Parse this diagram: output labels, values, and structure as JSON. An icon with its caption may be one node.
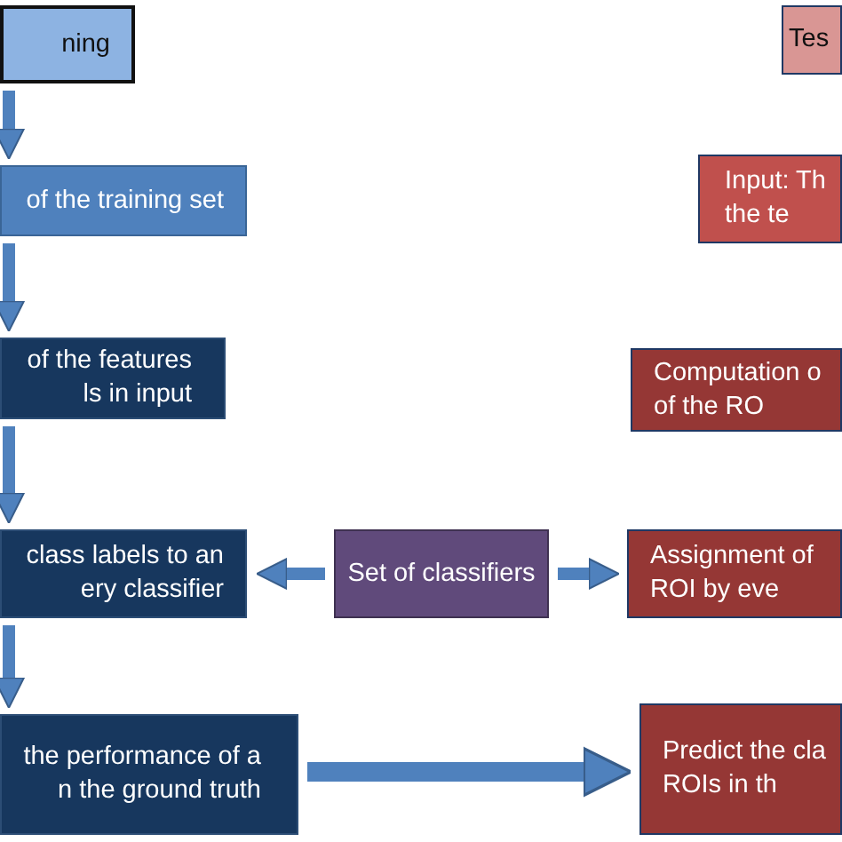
{
  "diagram": {
    "nodes": [
      {
        "text": [
          "ning"
        ]
      },
      {
        "text": [
          "of the training set"
        ]
      },
      {
        "text": [
          "of the features ls in input"
        ]
      },
      {
        "text": [
          "class labels to an ery classifier"
        ]
      },
      {
        "text": [
          "the performance of a n the ground truth"
        ]
      },
      {
        "text": [
          "Set of classifiers"
        ]
      },
      {
        "text": [
          "Tes"
        ]
      },
      {
        "text": [
          "Input: Th the te"
        ]
      },
      {
        "text": [
          "Computation o of the RO"
        ]
      },
      {
        "text": [
          "Assignment of ROI by eve"
        ]
      },
      {
        "text": [
          "Predict the cla ROIs in th"
        ]
      }
    ],
    "edges": [
      {
        "from": 0,
        "to": 1,
        "arrow": "to"
      },
      {
        "from": 1,
        "to": 2,
        "arrow": "to"
      },
      {
        "from": 2,
        "to": 3,
        "arrow": "to"
      },
      {
        "from": 3,
        "to": 4,
        "arrow": "to"
      },
      {
        "from": 5,
        "to": 3,
        "arrow": "to"
      },
      {
        "from": 5,
        "to": 9,
        "arrow": "to"
      },
      {
        "from": 4,
        "to": 10,
        "arrow": "to"
      }
    ]
  }
}
